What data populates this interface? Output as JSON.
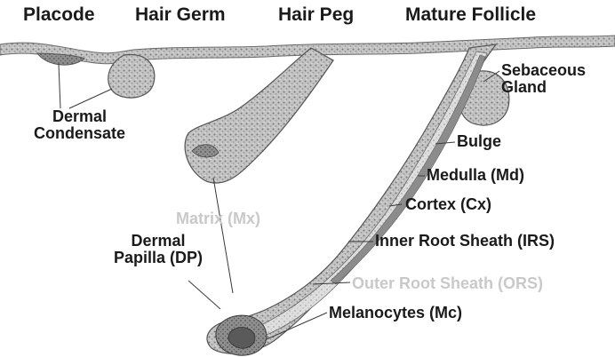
{
  "stages": {
    "placode": "Placode",
    "hair_germ": "Hair Germ",
    "hair_peg": "Hair Peg",
    "mature_follicle": "Mature Follicle"
  },
  "labels": {
    "dermal_condensate": "Dermal\nCondensate",
    "sebaceous_gland": "Sebaceous\nGland",
    "bulge": "Bulge",
    "medulla": "Medulla (Md)",
    "cortex": "Cortex (Cx)",
    "matrix": "Matrix (Mx)",
    "dermal_papilla": "Dermal\nPapilla (DP)",
    "inner_root_sheath": "Inner Root Sheath (IRS)",
    "outer_root_sheath": "Outer Root Sheath (ORS)",
    "melanocytes": "Melanocytes (Mc)"
  }
}
